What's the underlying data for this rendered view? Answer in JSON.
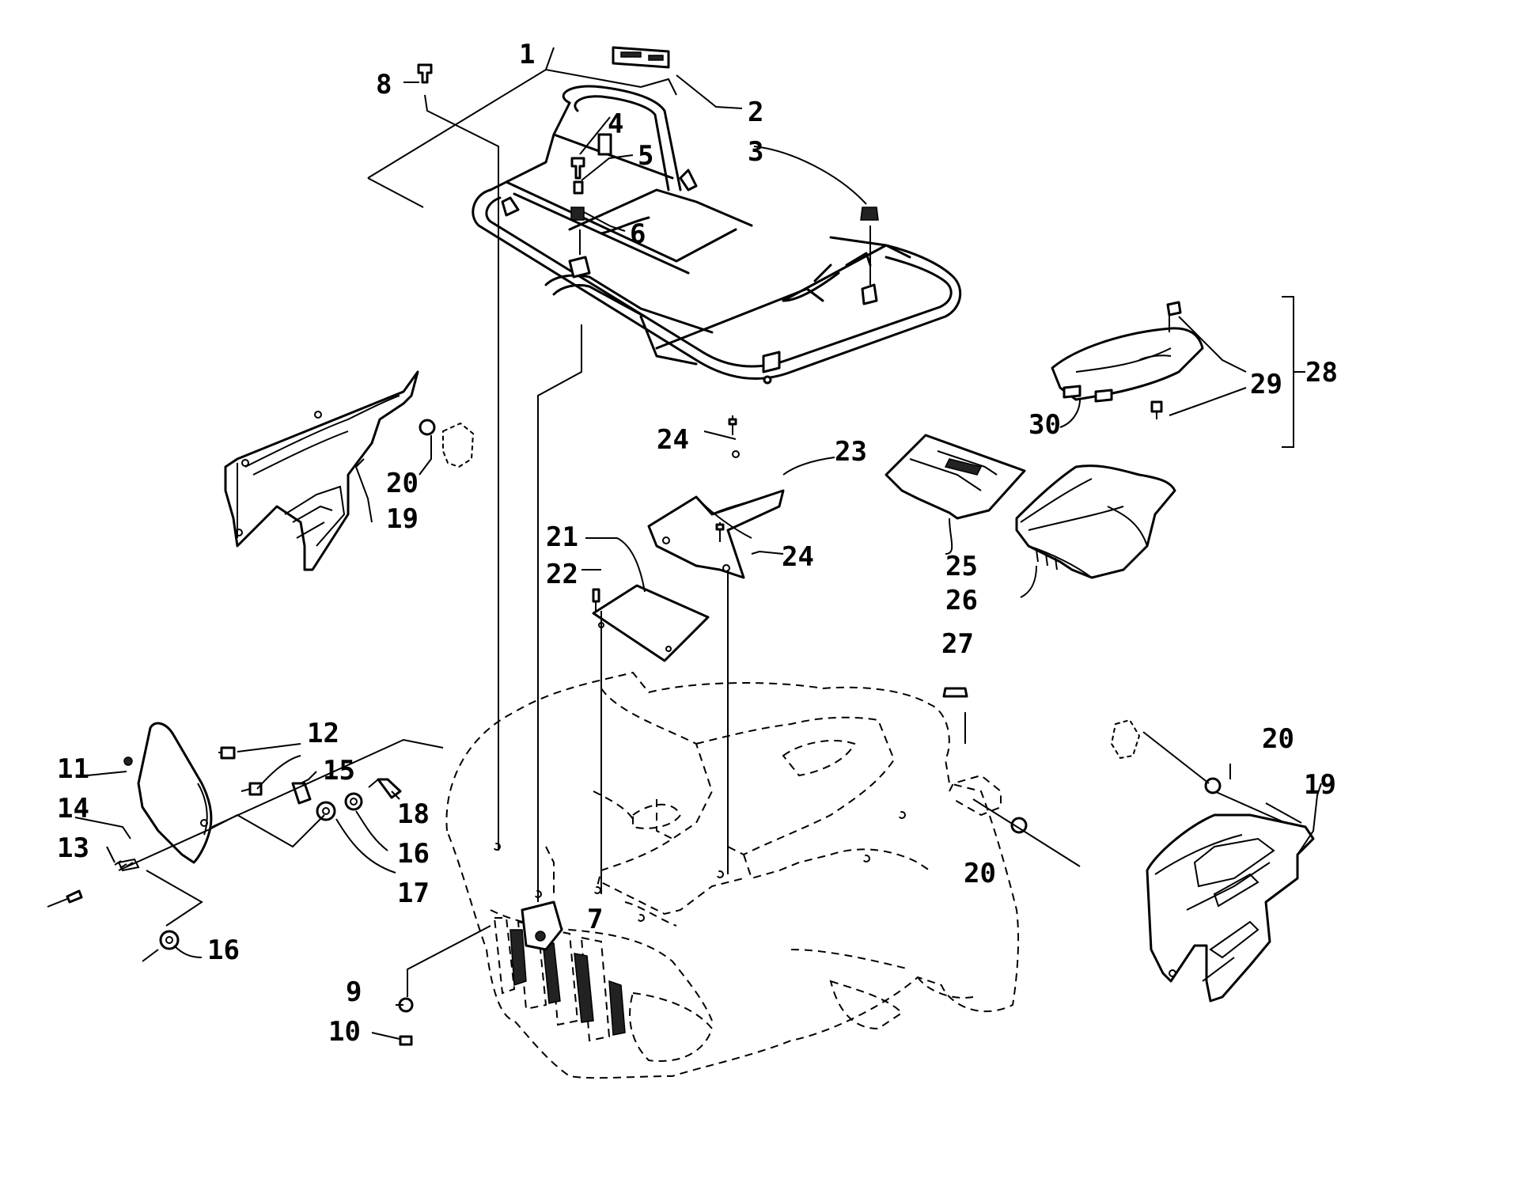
{
  "diagram": {
    "background": "#ffffff",
    "ink": "#000000",
    "callouts": {
      "c1": "1",
      "c2": "2",
      "c3": "3",
      "c4": "4",
      "c5": "5",
      "c6": "6",
      "c7": "7",
      "c8": "8",
      "c9": "9",
      "c10": "10",
      "c11": "11",
      "c12": "12",
      "c13": "13",
      "c14": "14",
      "c15": "15",
      "c16a": "16",
      "c16b": "16",
      "c17": "17",
      "c18": "18",
      "c19a": "19",
      "c19b": "19",
      "c20a": "20",
      "c20b": "20",
      "c20c": "20",
      "c21": "21",
      "c22": "22",
      "c23": "23",
      "c24a": "24",
      "c24b": "24",
      "c25": "25",
      "c26": "26",
      "c27": "27",
      "c28": "28",
      "c29": "29",
      "c30": "30"
    }
  }
}
